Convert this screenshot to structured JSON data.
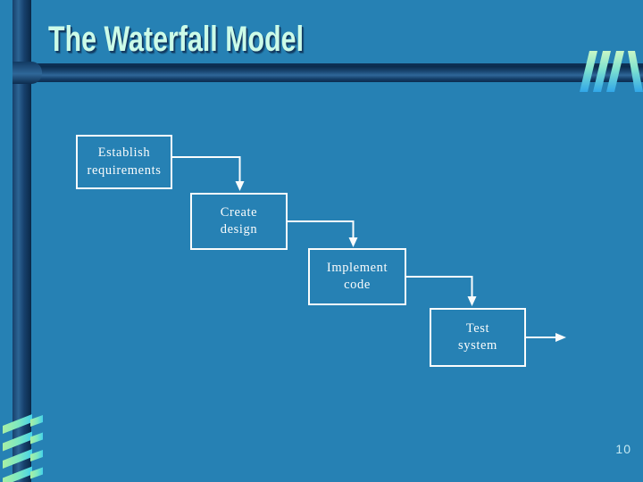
{
  "slide": {
    "title": "The Waterfall Model",
    "page_number": "10"
  },
  "diagram": {
    "boxes": [
      {
        "line1": "Establish",
        "line2": "requirements"
      },
      {
        "line1": "Create",
        "line2": "design"
      },
      {
        "line1": "Implement",
        "line2": "code"
      },
      {
        "line1": "Test",
        "line2": "system"
      }
    ],
    "flow_order": "Establish requirements -> Create design -> Implement code -> Test system -> out"
  },
  "decorations": {
    "top_right_icon": "triple-slash-logo",
    "bottom_left_icon": "ribbon-stripes-logo"
  },
  "colors": {
    "background": "#2681b4",
    "pipe_dark": "#0c2c4e",
    "pipe_highlight": "#2f6798",
    "title_text": "#ccfbe8",
    "title_shadow": "#123a62",
    "box_border": "#fafcfc",
    "box_text": "#fafcfc",
    "connector": "#fafcfc",
    "accent_green": "#a9efa4",
    "accent_cyan": "#31a7e8",
    "page_number_text": "#c5e9f2"
  }
}
